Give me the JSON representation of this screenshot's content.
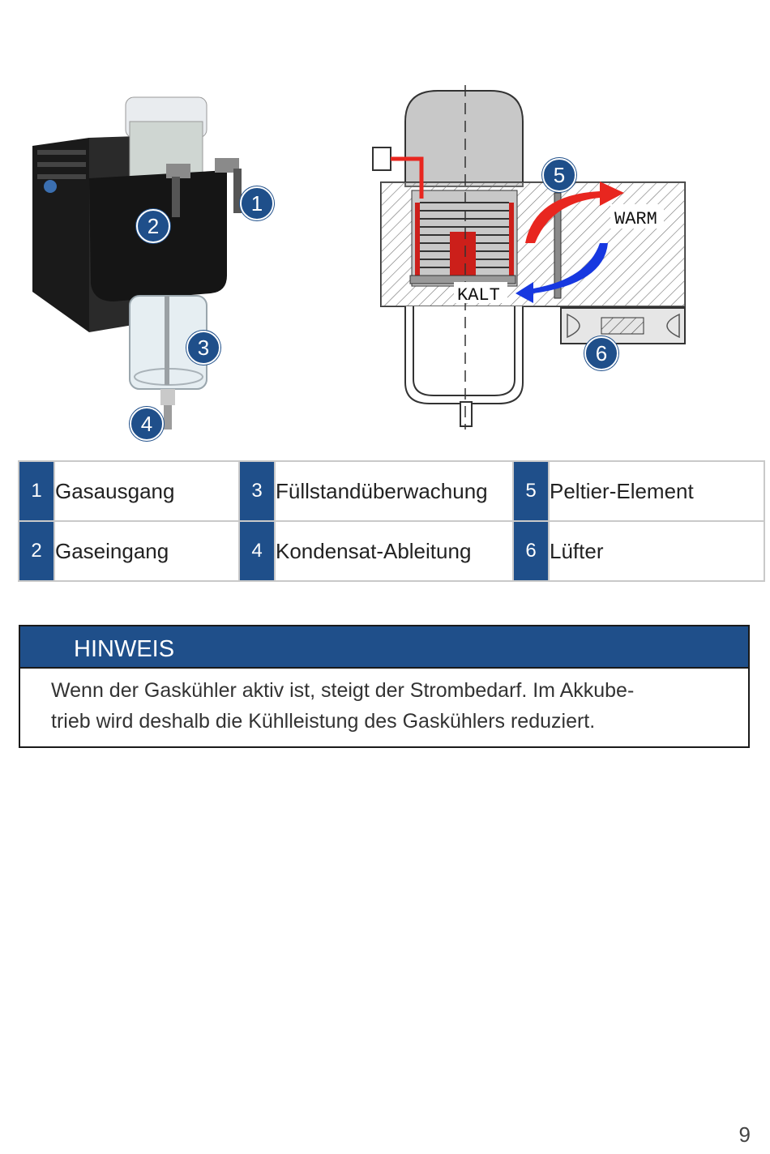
{
  "photo_callouts": [
    "1",
    "2",
    "3",
    "4"
  ],
  "diagram": {
    "warm_label": "WARM",
    "kalt_label": "KALT",
    "callouts": [
      "5",
      "6"
    ],
    "colors": {
      "warm": "#e8261f",
      "cold": "#1738e0",
      "body": "#c8c8c8"
    }
  },
  "legend": [
    [
      {
        "num": "1",
        "label": "Gasausgang"
      },
      {
        "num": "3",
        "label": "Füllstandüberwachung"
      },
      {
        "num": "5",
        "label": "Peltier-Element"
      }
    ],
    [
      {
        "num": "2",
        "label": "Gaseingang"
      },
      {
        "num": "4",
        "label": "Kondensat-Ableitung"
      },
      {
        "num": "6",
        "label": "Lüfter"
      }
    ]
  ],
  "note": {
    "title": "HINWEIS",
    "line1": "Wenn der Gaskühler aktiv ist, steigt der Strombedarf. Im Akkube-",
    "line2": "trieb wird deshalb die Kühlleistung des Gaskühlers reduziert."
  },
  "page_number": "9",
  "colors": {
    "accent": "#1f4f8a"
  }
}
